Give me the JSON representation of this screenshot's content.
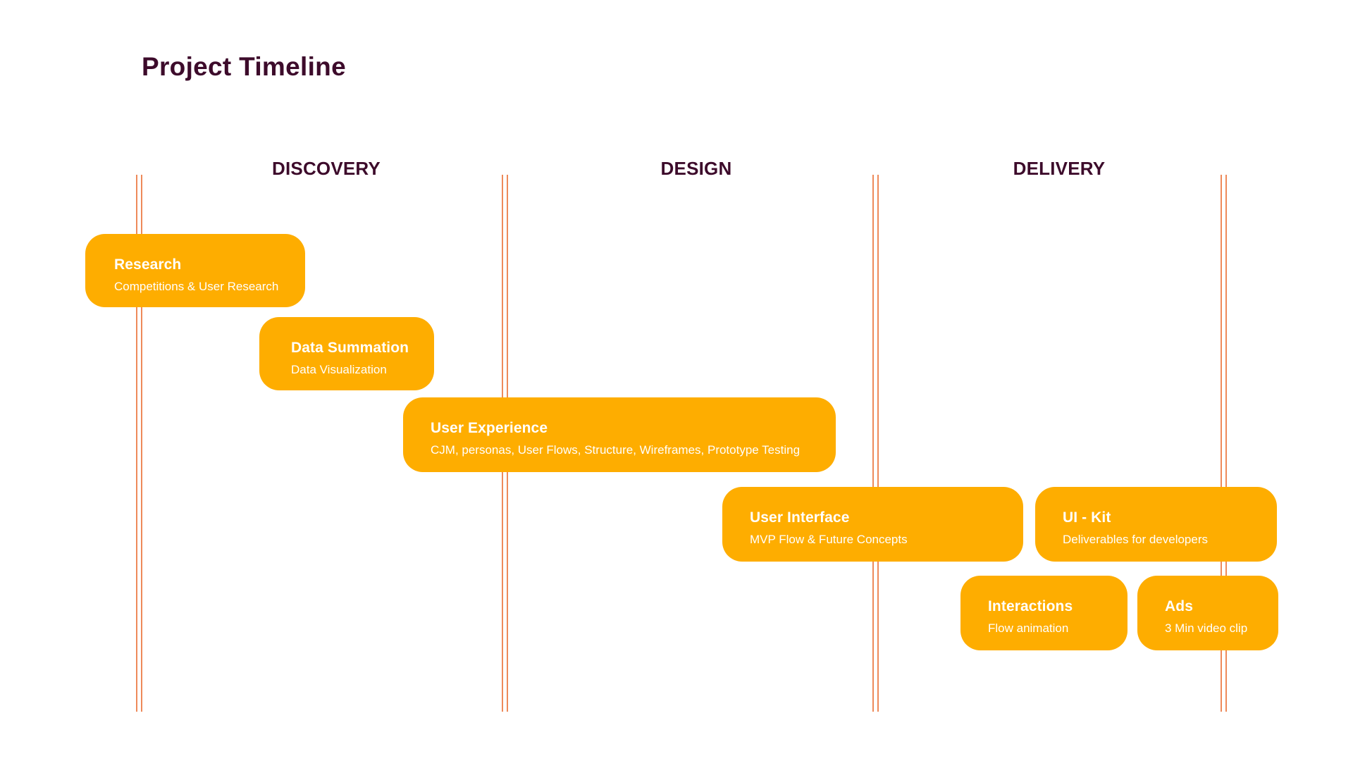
{
  "title": "Project Timeline",
  "phases": [
    {
      "label": "DISCOVERY"
    },
    {
      "label": "DESIGN"
    },
    {
      "label": "DELIVERY"
    }
  ],
  "tasks": [
    {
      "title": "Research",
      "description": "Competitions & User Research"
    },
    {
      "title": "Data Summation",
      "description": "Data Visualization"
    },
    {
      "title": "User Experience",
      "description": "CJM, personas, User Flows, Structure, Wireframes, Prototype Testing"
    },
    {
      "title": "User Interface",
      "description": "MVP Flow & Future Concepts"
    },
    {
      "title": "UI - Kit",
      "description": "Deliverables for developers"
    },
    {
      "title": "Interactions",
      "description": "Flow animation"
    },
    {
      "title": "Ads",
      "description": "3 Min video clip"
    }
  ],
  "colors": {
    "title": "#3d0b2b",
    "task_fill": "#fead00",
    "divider": "#ee8a5a",
    "task_text": "#ffffff"
  }
}
